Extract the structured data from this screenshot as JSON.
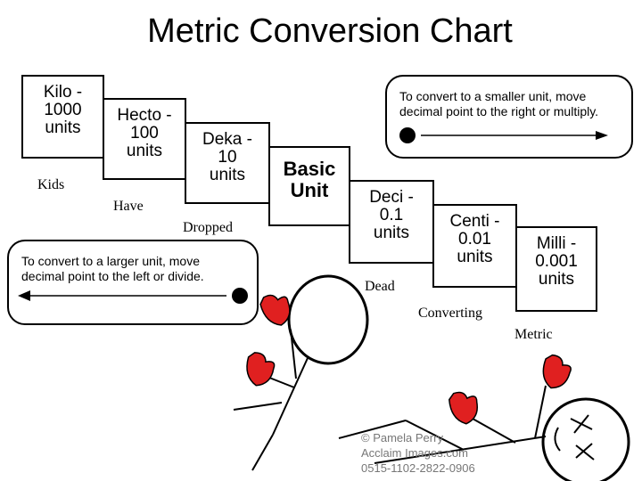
{
  "title": "Metric Conversion Chart",
  "steps": [
    {
      "label": "Kilo -\n1000\nunits"
    },
    {
      "label": "Hecto -\n100\nunits"
    },
    {
      "label": "Deka -\n10\nunits"
    },
    {
      "label": "Basic\nUnit"
    },
    {
      "label": "Deci -\n0.1\nunits"
    },
    {
      "label": "Centi -\n0.01\nunits"
    },
    {
      "label": "Milli -\n0.001\nunits"
    }
  ],
  "mnemonic": [
    "Kids",
    "Have",
    "Dropped",
    "Dead",
    "Converting",
    "Metric"
  ],
  "notes": {
    "smaller": "To convert to a smaller unit, move\ndecimal  point to the right or multiply.",
    "larger": "To convert to a larger unit, move\ndecimal  point to the left or divide."
  },
  "credit": "© Pamela Perry\nAcclaim Images.com\n0515-1102-2822-0906",
  "colors": {
    "glove": "#e02020",
    "ink": "#000000"
  }
}
